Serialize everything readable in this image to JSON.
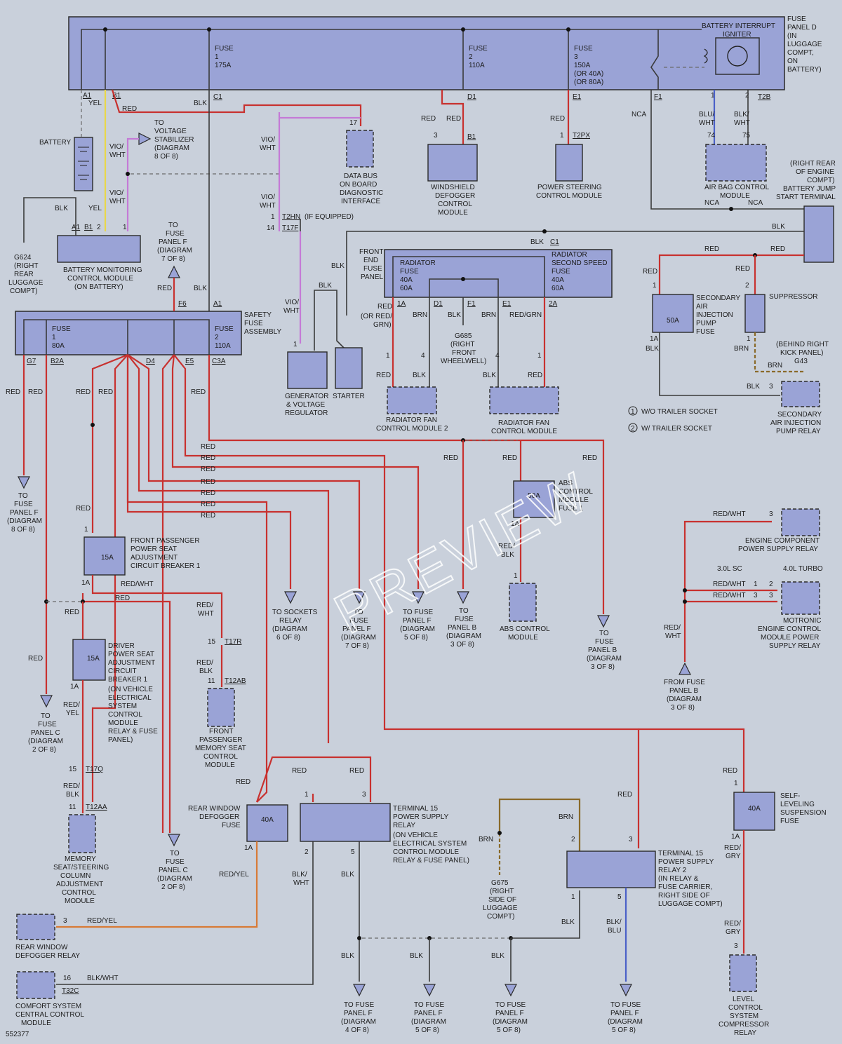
{
  "diagram_id": "552377",
  "watermark": "PREVIEW",
  "labels": {
    "fuse_panel_d": "FUSE PANEL D (IN LUGGAGE COMPT, ON BATTERY)",
    "battery_interrupt_igniter": "BATTERY INTERRUPT IGNITER",
    "fuse1": "FUSE 1 175A",
    "fuse2": "FUSE 2 110A",
    "fuse3": "FUSE 3 150A (OR 40A) (OR 80A)",
    "battery": "BATTERY",
    "to_voltage_stabilizer": "TO VOLTAGE STABILIZER (DIAGRAM 8 OF 8)",
    "data_bus": "DATA BUS ON BOARD DIAGNOSTIC INTERFACE",
    "windshield_defogger": "WINDSHIELD DEFOGGER CONTROL MODULE",
    "power_steering": "POWER STEERING CONTROL MODULE",
    "air_bag": "AIR BAG CONTROL MODULE",
    "battery_jump": "(RIGHT REAR OF ENGINE COMPT) BATTERY JUMP START TERMINAL",
    "battery_monitoring": "BATTERY MONITORING CONTROL MODULE (ON BATTERY)",
    "g624": "G624 (RIGHT REAR LUGGAGE COMPT)",
    "to_fuse_panel_f_7": "TO FUSE PANEL F (DIAGRAM 7 OF 8)",
    "if_equipped": "(IF EQUIPPED)",
    "front_end_fuse_panel": "FRONT END FUSE PANEL",
    "radiator_fuse": "RADIATOR FUSE 40A 60A",
    "radiator_second_speed_fuse": "RADIATOR SECOND SPEED FUSE 40A 60A",
    "safety_fuse_assembly": "SAFETY FUSE ASSEMBLY",
    "sfa_fuse1": "FUSE 1 80A",
    "sfa_fuse2": "FUSE 2 110A",
    "generator": "GENERATOR & VOLTAGE REGULATOR",
    "starter": "STARTER",
    "g685": "G685 (RIGHT FRONT WHEELWELL)",
    "radiator_fan_2": "RADIATOR FAN CONTROL MODULE 2",
    "radiator_fan": "RADIATOR FAN CONTROL MODULE",
    "secondary_air_fuse": "SECONDARY AIR INJECTION PUMP FUSE",
    "suppressor": "SUPPRESSOR",
    "behind_kick": "(BEHIND RIGHT KICK PANEL) G43",
    "secondary_air_relay": "SECONDARY AIR INJECTION PUMP RELAY",
    "wo_trailer": "W/O TRAILER SOCKET",
    "w_trailer": "W/ TRAILER SOCKET",
    "abs_fuse": "ABS CONTROL MODULE FUSE 1",
    "abs_module": "ABS CONTROL MODULE",
    "engine_component_relay": "ENGINE COMPONENT POWER SUPPLY RELAY",
    "sc_30": "3.0L SC",
    "turbo_40": "4.0L TURBO",
    "motronic": "MOTRONIC ENGINE CONTROL MODULE POWER SUPPLY RELAY",
    "from_fuse_panel_b": "FROM FUSE PANEL B (DIAGRAM 3 OF 8)",
    "front_pass_cb": "FRONT PASSENGER POWER SEAT ADJUSTMENT CIRCUIT BREAKER 1",
    "driver_cb": "DRIVER POWER SEAT ADJUSTMENT CIRCUIT BREAKER 1 (ON VEHICLE ELECTRICAL SYSTEM CONTROL MODULE RELAY & FUSE PANEL)",
    "front_pass_memory": "FRONT PASSENGER MEMORY SEAT CONTROL MODULE",
    "memory_seat_col": "MEMORY SEAT/STEERING COLUMN ADJUSTMENT CONTROL MODULE",
    "rear_window_fuse": "REAR WINDOW DEFOGGER FUSE",
    "terminal15_relay": "TERMINAL 15 POWER SUPPLY RELAY (ON VEHICLE ELECTRICAL SYSTEM CONTROL MODULE RELAY & FUSE PANEL)",
    "terminal15_relay2": "TERMINAL 15 POWER SUPPLY RELAY 2 (IN RELAY & FUSE CARRIER, RIGHT SIDE OF LUGGAGE COMPT)",
    "g675": "G675 (RIGHT SIDE OF LUGGAGE COMPT)",
    "self_leveling": "SELF-LEVELING SUSPENSION FUSE",
    "level_control": "LEVEL CONTROL SYSTEM COMPRESSOR RELAY",
    "rear_window_relay": "REAR WINDOW DEFOGGER RELAY",
    "comfort_system": "COMFORT SYSTEM CENTRAL CONTROL MODULE",
    "to_sockets_relay": "TO SOCKETS RELAY (DIAGRAM 6 OF 8)",
    "to_fp_f_8": "TO FUSE PANEL F (DIAGRAM 8 OF 8)",
    "to_fp_c_2": "TO FUSE PANEL C (DIAGRAM 2 OF 8)",
    "to_fp_b_3": "TO FUSE PANEL B (DIAGRAM 3 OF 8)",
    "to_fp_f_5": "TO FUSE PANEL F (DIAGRAM 5 OF 8)",
    "to_fp_f_4": "TO FUSE PANEL F (DIAGRAM 4 OF 8)"
  }
}
